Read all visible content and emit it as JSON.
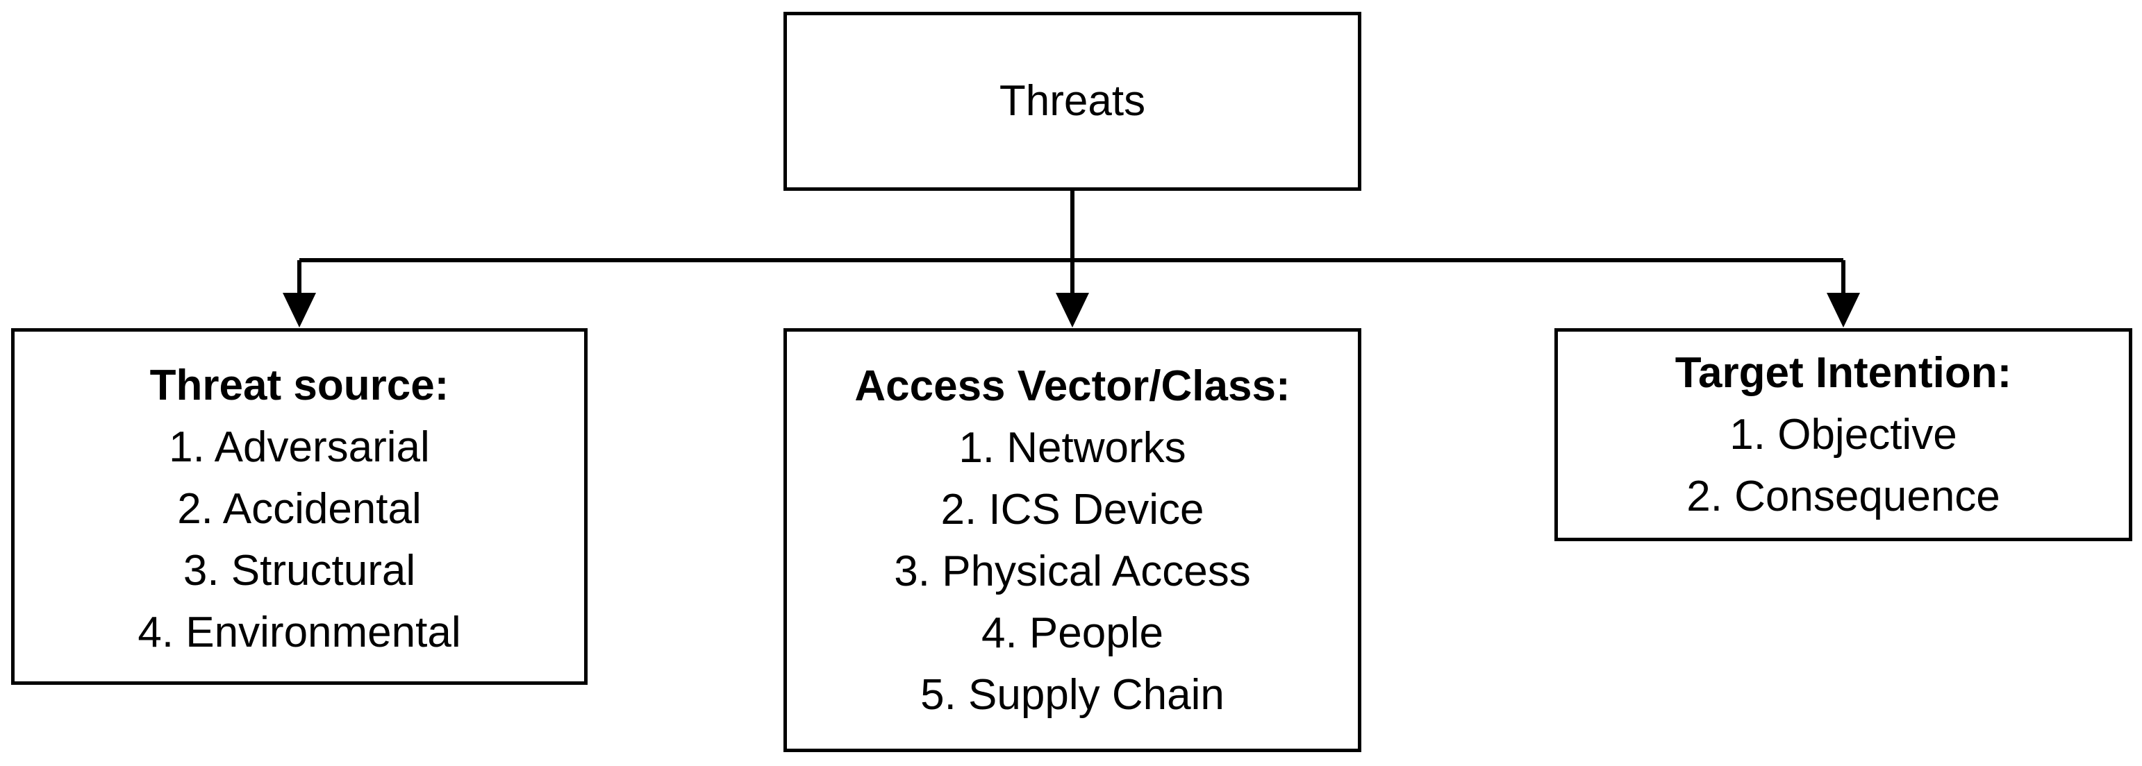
{
  "root": {
    "title": "Threats"
  },
  "categories": [
    {
      "heading": "Threat source:",
      "items": [
        "1. Adversarial",
        "2. Accidental",
        "3. Structural",
        "4. Environmental"
      ]
    },
    {
      "heading": "Access Vector/Class:",
      "items": [
        "1. Networks",
        "2. ICS Device",
        "3. Physical Access",
        "4. People",
        "5. Supply Chain"
      ]
    },
    {
      "heading": "Target Intention:",
      "items": [
        "1. Objective",
        "2. Consequence"
      ]
    }
  ],
  "colors": {
    "stroke": "#000000",
    "background": "#ffffff"
  }
}
